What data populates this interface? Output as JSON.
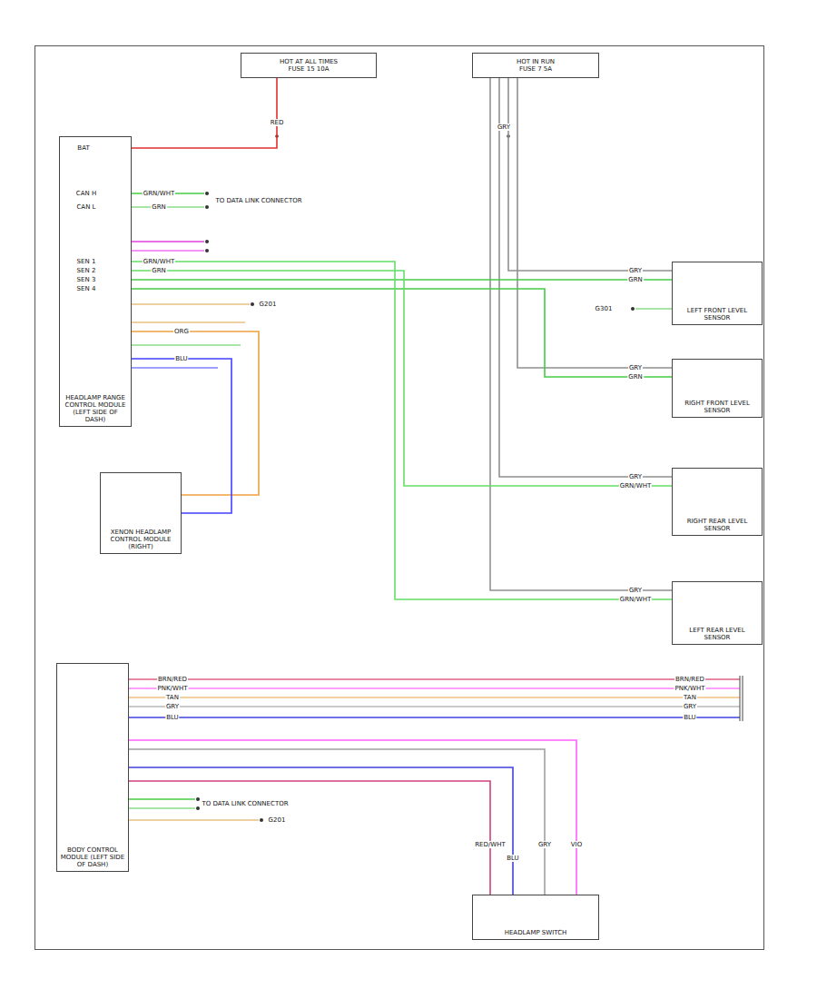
{
  "diagram": {
    "nodes": [
      {
        "text": [
          "HOT AT ALL TIMES",
          "FUSE 15 10A"
        ]
      },
      {
        "text": [
          "HOT IN RUN",
          "FUSE 7 5A"
        ]
      },
      {
        "text": [
          "HEADLAMP RANGE CONTROL MODULE (LEFT SIDE OF DASH)"
        ]
      },
      {
        "text": [
          "XENON HEADLAMP CONTROL MODULE (RIGHT)"
        ]
      },
      {
        "text": [
          "LEFT FRONT LEVEL SENSOR"
        ]
      },
      {
        "text": [
          "RIGHT FRONT LEVEL SENSOR"
        ]
      },
      {
        "text": [
          "RIGHT REAR LEVEL SENSOR"
        ]
      },
      {
        "text": [
          "LEFT REAR LEVEL SENSOR"
        ]
      },
      {
        "text": [
          "BODY CONTROL MODULE (LEFT SIDE OF DASH)"
        ]
      },
      {
        "text": [
          "HEADLAMP SWITCH"
        ]
      }
    ],
    "edges": [
      {
        "from": 0,
        "to": 2,
        "arrow": "none"
      },
      {
        "from": 1,
        "to": 4,
        "arrow": "none"
      },
      {
        "from": 1,
        "to": 5,
        "arrow": "none"
      },
      {
        "from": 1,
        "to": 6,
        "arrow": "none"
      },
      {
        "from": 1,
        "to": 7,
        "arrow": "none"
      },
      {
        "from": 2,
        "to": 4,
        "arrow": "none"
      },
      {
        "from": 2,
        "to": 5,
        "arrow": "none"
      },
      {
        "from": 2,
        "to": 6,
        "arrow": "none"
      },
      {
        "from": 2,
        "to": 7,
        "arrow": "none"
      },
      {
        "from": 2,
        "to": 3,
        "arrow": "none"
      },
      {
        "from": 2,
        "to": 3,
        "arrow": "none"
      },
      {
        "from": 8,
        "to": 9,
        "arrow": "none"
      },
      {
        "from": 8,
        "to": 9,
        "arrow": "none"
      },
      {
        "from": 8,
        "to": 9,
        "arrow": "none"
      },
      {
        "from": 8,
        "to": 9,
        "arrow": "none"
      }
    ],
    "labels": [
      "RED",
      "GRY",
      "BAT",
      "CAN H",
      "CAN L",
      "GRN/WHT",
      "GRN",
      "TO DATA LINK CONNECTOR",
      "SEN 1",
      "SEN 2",
      "SEN 3",
      "SEN 4",
      "GRN/WHT",
      "GRN",
      "G201",
      "GRY",
      "GRN",
      "G301",
      "GRY",
      "GRN",
      "GRY",
      "GRN/WHT",
      "GRY",
      "GRN/WHT",
      "ORG",
      "BLU",
      "BRN/RED",
      "PNK/WHT",
      "TAN",
      "GRY",
      "BLU",
      "BRN/RED",
      "PNK/WHT",
      "TAN",
      "GRY",
      "BLU",
      "TO DATA LINK CONNECTOR",
      "G201",
      "RED/WHT",
      "BLU",
      "GRY",
      "VIO"
    ]
  }
}
